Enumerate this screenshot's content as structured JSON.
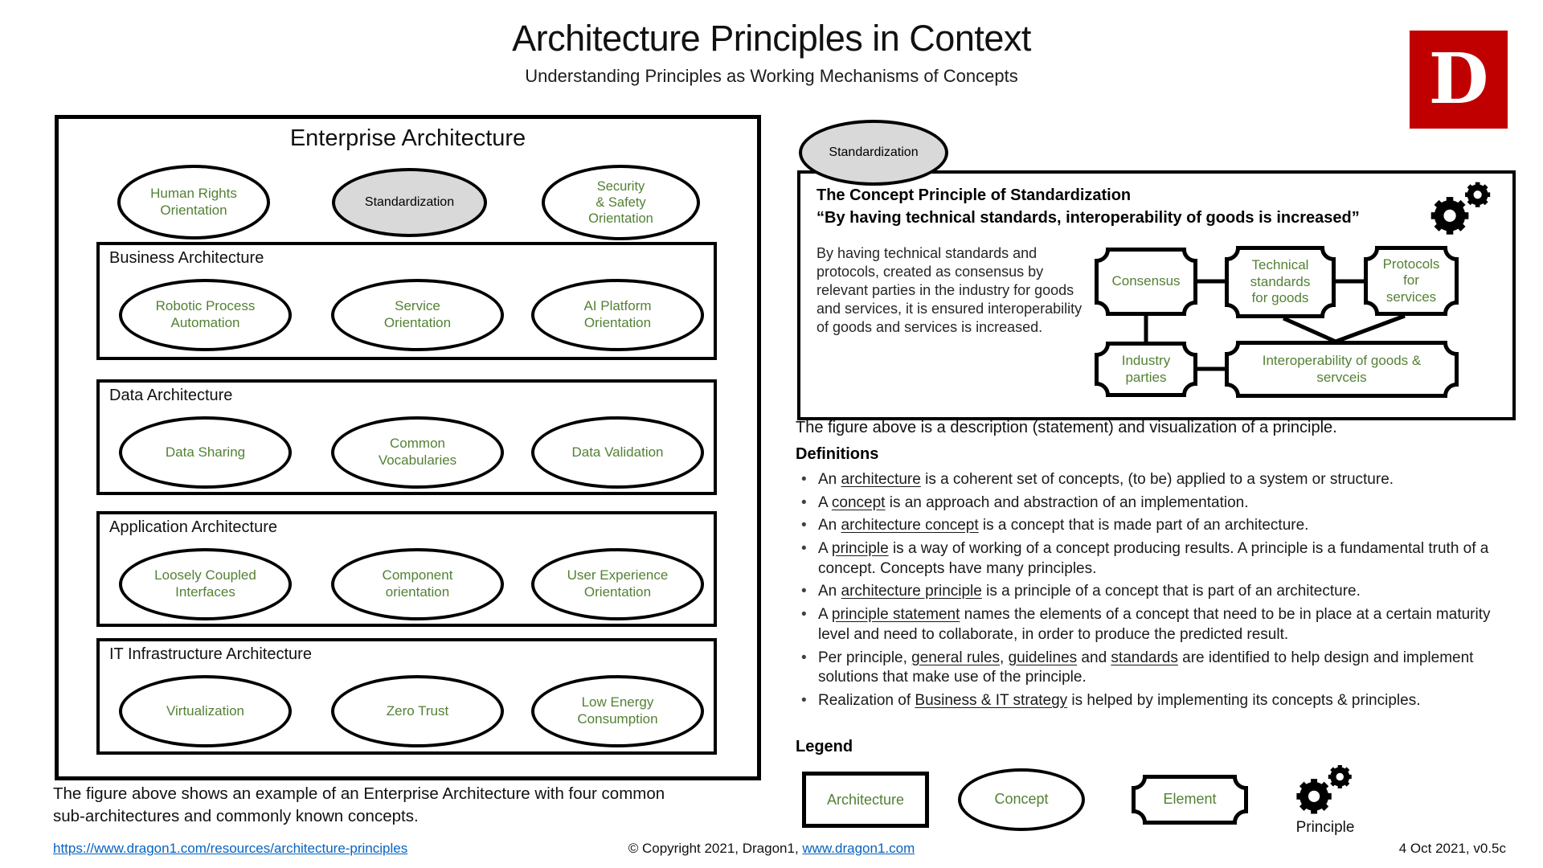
{
  "header": {
    "title": "Architecture Principles in Context",
    "subtitle": "Understanding Principles as Working Mechanisms of Concepts",
    "logo_letter": "D"
  },
  "ea": {
    "title": "Enterprise Architecture",
    "top_concepts": [
      {
        "label": "Human Rights\nOrientation"
      },
      {
        "label": "Standardization"
      },
      {
        "label": "Security\n& Safety\nOrientation"
      }
    ],
    "sub_architectures": [
      {
        "title": "Business Architecture",
        "concepts": [
          "Robotic Process\nAutomation",
          "Service\nOrientation",
          "AI Platform\nOrientation"
        ]
      },
      {
        "title": "Data Architecture",
        "concepts": [
          "Data Sharing",
          "Common\nVocabularies",
          "Data Validation"
        ]
      },
      {
        "title": "Application Architecture",
        "concepts": [
          "Loosely Coupled\nInterfaces",
          "Component\norientation",
          "User Experience\nOrientation"
        ]
      },
      {
        "title": "IT Infrastructure Architecture",
        "concepts": [
          "Virtualization",
          "Zero Trust",
          "Low Energy\nConsumption"
        ]
      }
    ],
    "caption": "The figure above shows an example of an Enterprise Architecture with four common\nsub-architectures and commonly known concepts."
  },
  "principle": {
    "concept_label": "Standardization",
    "heading": "The Concept Principle of Standardization",
    "quote": "“By having technical standards, interoperability of goods is increased”",
    "statement": "By having technical standards and\nprotocols, created as consensus\nby relevant parties in the industry\nfor goods and services, it is\nensured interoperability of goods\nand services is increased.",
    "elements": {
      "consensus": "Consensus",
      "tech_standards": "Technical\nstandards\nfor goods",
      "protocols": "Protocols\nfor\nservices",
      "industry": "Industry\nparties",
      "interop": "Interoperability of goods &\nservceis"
    },
    "caption": "The figure above is a description (statement) and visualization of a principle."
  },
  "definitions": {
    "heading": "Definitions",
    "items": [
      {
        "segs": [
          {
            "t": "An "
          },
          {
            "t": "architecture",
            "u": true
          },
          {
            "t": " is a coherent set of concepts, (to be) applied to a system or structure."
          }
        ]
      },
      {
        "segs": [
          {
            "t": "A "
          },
          {
            "t": "concept",
            "u": true
          },
          {
            "t": " is an approach and abstraction of an implementation."
          }
        ]
      },
      {
        "segs": [
          {
            "t": "An "
          },
          {
            "t": "architecture concept",
            "u": true
          },
          {
            "t": " is a concept that is made part of an architecture."
          }
        ]
      },
      {
        "segs": [
          {
            "t": "A "
          },
          {
            "t": "principle",
            "u": true
          },
          {
            "t": " is a way of working of a concept producing results. A principle is a fundamental truth of a concept. Concepts have many principles."
          }
        ]
      },
      {
        "segs": [
          {
            "t": "An "
          },
          {
            "t": "architecture principle",
            "u": true
          },
          {
            "t": " is a principle of a concept that is part of an architecture."
          }
        ]
      },
      {
        "segs": [
          {
            "t": "A "
          },
          {
            "t": "principle statement",
            "u": true
          },
          {
            "t": " names the elements of a concept that need to be in place at a certain maturity level and need to collaborate, in order to produce the predicted result."
          }
        ]
      },
      {
        "segs": [
          {
            "t": "Per principle, "
          },
          {
            "t": "general rules",
            "u": true
          },
          {
            "t": ", "
          },
          {
            "t": "guidelines",
            "u": true
          },
          {
            "t": " and "
          },
          {
            "t": "standards",
            "u": true
          },
          {
            "t": " are identified to help design and implement solutions that make use of the principle."
          }
        ]
      },
      {
        "segs": [
          {
            "t": "Realization of "
          },
          {
            "t": "Business & IT strategy",
            "u": true
          },
          {
            "t": " is helped by implementing its concepts & principles."
          }
        ]
      }
    ]
  },
  "legend": {
    "heading": "Legend",
    "architecture": "Architecture",
    "concept": "Concept",
    "element": "Element",
    "principle": "Principle"
  },
  "footer": {
    "link": "https://www.dragon1.com/resources/architecture-principles",
    "copyright_prefix": "© Copyright 2021, Dragon1, ",
    "copyright_link": "www.dragon1.com",
    "version": "4 Oct 2021, v0.5c"
  },
  "colors": {
    "concept_green": "#538135",
    "logo_red": "#C00000",
    "link_blue": "#0563C1",
    "gray_fill": "#D9D9D9"
  }
}
